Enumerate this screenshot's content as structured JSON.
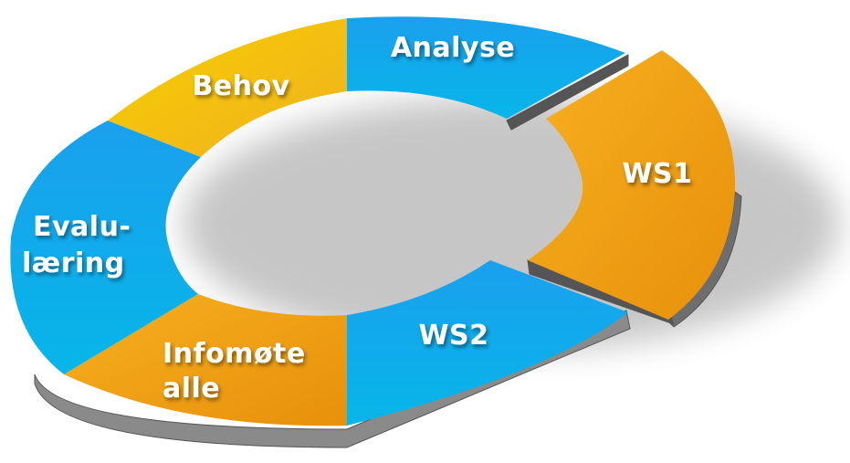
{
  "segments": [
    {
      "id": "analyse",
      "lines": [
        "Analyse"
      ],
      "color": "#0ea5e9"
    },
    {
      "id": "ws1",
      "lines": [
        "WS1"
      ],
      "color": "#f0a010"
    },
    {
      "id": "ws2",
      "lines": [
        "WS2"
      ],
      "color": "#0ea5e9"
    },
    {
      "id": "infomote",
      "lines": [
        "Infomøte",
        "alle"
      ],
      "color": "#f0a010"
    },
    {
      "id": "evalu",
      "lines": [
        "Evalu-",
        "læring"
      ],
      "color": "#0ea5e9"
    },
    {
      "id": "behov",
      "lines": [
        "Behov"
      ],
      "color": "#f5c518"
    }
  ],
  "colors": {
    "blue": "#0ea5e9",
    "orange": "#f0a010",
    "yellow": "#f5c518",
    "side": "#7a7a7a"
  }
}
